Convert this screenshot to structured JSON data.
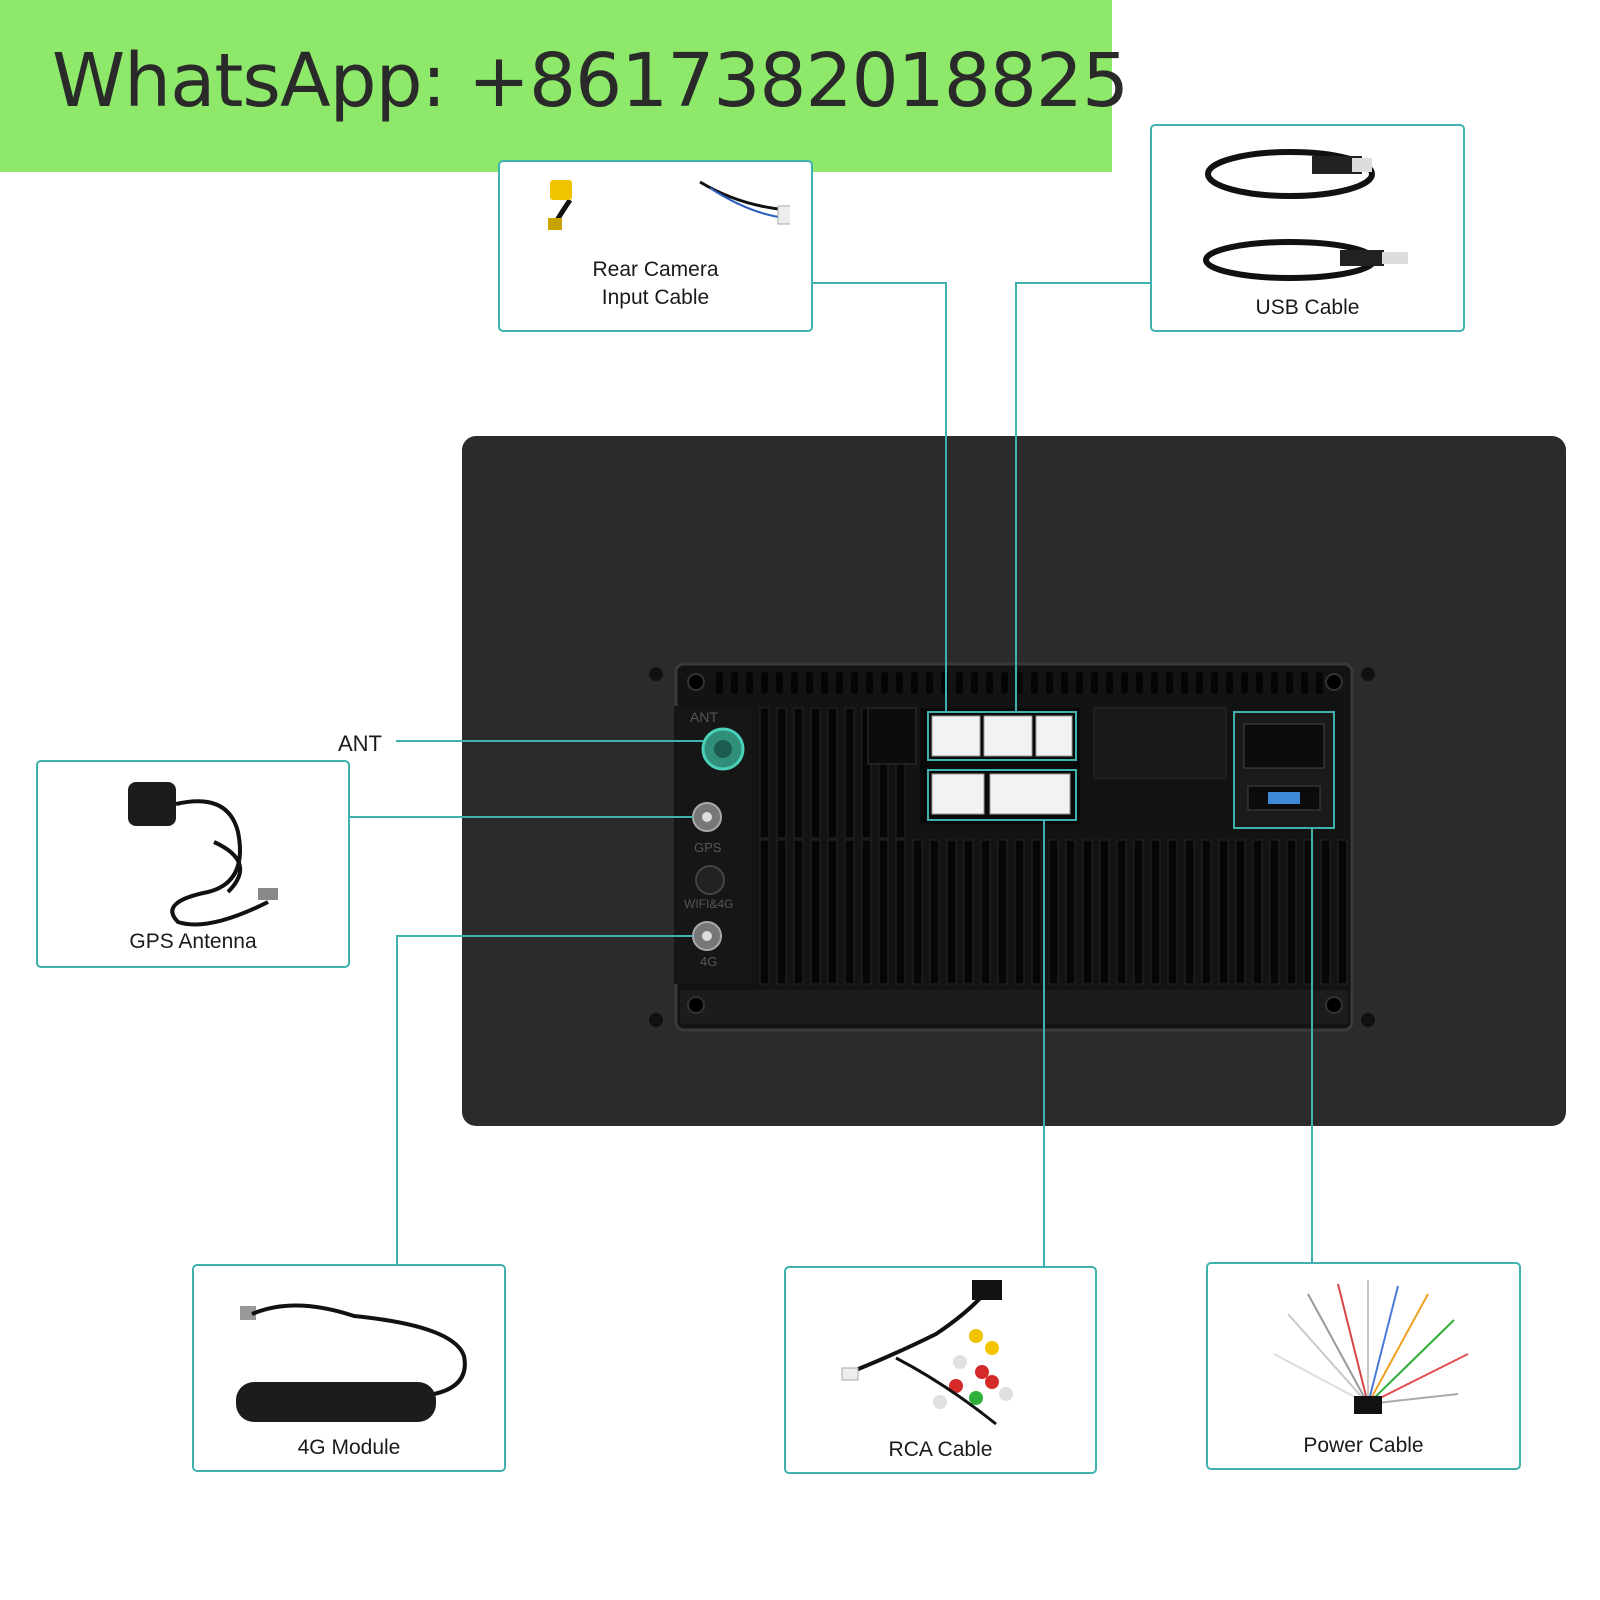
{
  "banner": {
    "text": "WhatsApp: +8617382018825"
  },
  "labels": {
    "rear_camera": "Rear Camera\nInput Cable",
    "usb": "USB Cable",
    "ant": "ANT",
    "gps": "GPS Antenna",
    "module_4g": "4G Module",
    "rca": "RCA Cable",
    "power": "Power Cable"
  },
  "unit_markings": [
    "ANT",
    "GPS",
    "WIFI&4G",
    "4G"
  ],
  "colors": {
    "banner": "#8ee86a",
    "accent": "#3fb2b0",
    "panel": "#2b2b2d"
  }
}
